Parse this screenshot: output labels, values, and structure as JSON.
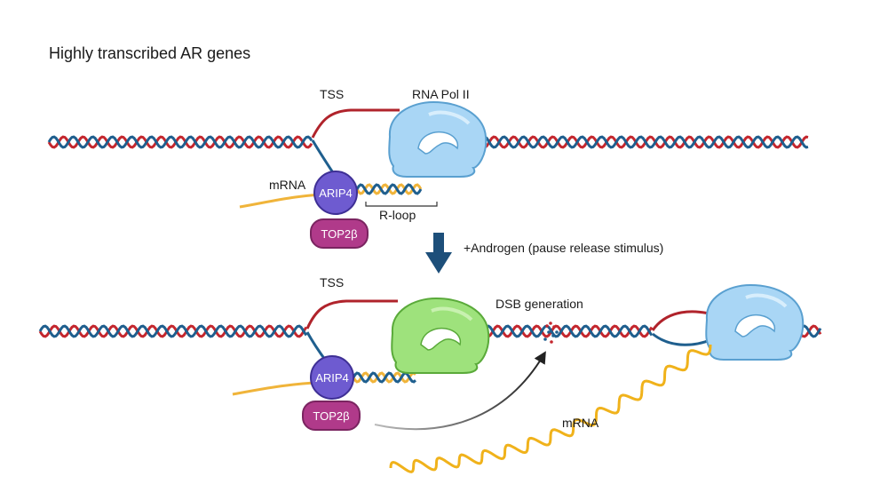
{
  "title": "Highly transcribed AR genes",
  "top": {
    "tss_label": "TSS",
    "rna_pol_label": "RNA Pol II",
    "mrna_label": "mRNA",
    "arip4_label": "ARIP4",
    "top2b_label": "TOP2β",
    "rloop_label": "R-loop"
  },
  "arrow_label": "+Androgen (pause release stimulus)",
  "bottom": {
    "tss_label": "TSS",
    "dsb_label": "DSB generation",
    "arip4_label": "ARIP4",
    "top2b_label": "TOP2β",
    "mrna_label": "mRNA"
  },
  "colors": {
    "dna_strand_a": "#c4272e",
    "dna_strand_b": "#1f5f8e",
    "mrna": "#f0b43a",
    "mrna_bright": "#f0b21b",
    "pol_blue": "#a9d6f5",
    "pol_green": "#9ee27c",
    "arip4": "#6e5bd0",
    "top2b": "#b03a8a",
    "arrow": "#1d4f7a"
  }
}
